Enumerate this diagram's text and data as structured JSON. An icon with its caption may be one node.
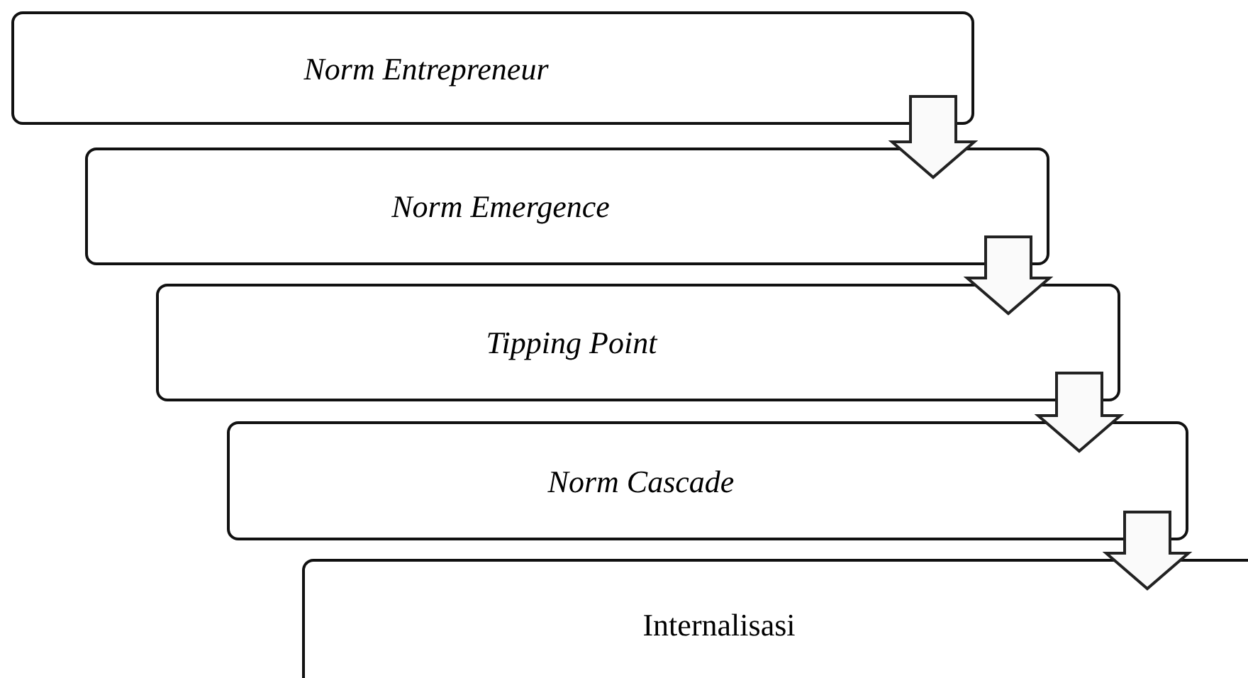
{
  "diagram": {
    "nodes": [
      {
        "text": [
          "Norm Entrepreneur"
        ]
      },
      {
        "text": [
          "Norm Emergence"
        ]
      },
      {
        "text": [
          "Tipping Point"
        ]
      },
      {
        "text": [
          "Norm Cascade"
        ]
      },
      {
        "text": [
          "Internalisasi"
        ]
      }
    ],
    "edges": [
      {
        "from": 0,
        "to": 1,
        "arrow": "to"
      },
      {
        "from": 1,
        "to": 2,
        "arrow": "to"
      },
      {
        "from": 2,
        "to": 3,
        "arrow": "to"
      },
      {
        "from": 3,
        "to": 4,
        "arrow": "to"
      }
    ]
  }
}
